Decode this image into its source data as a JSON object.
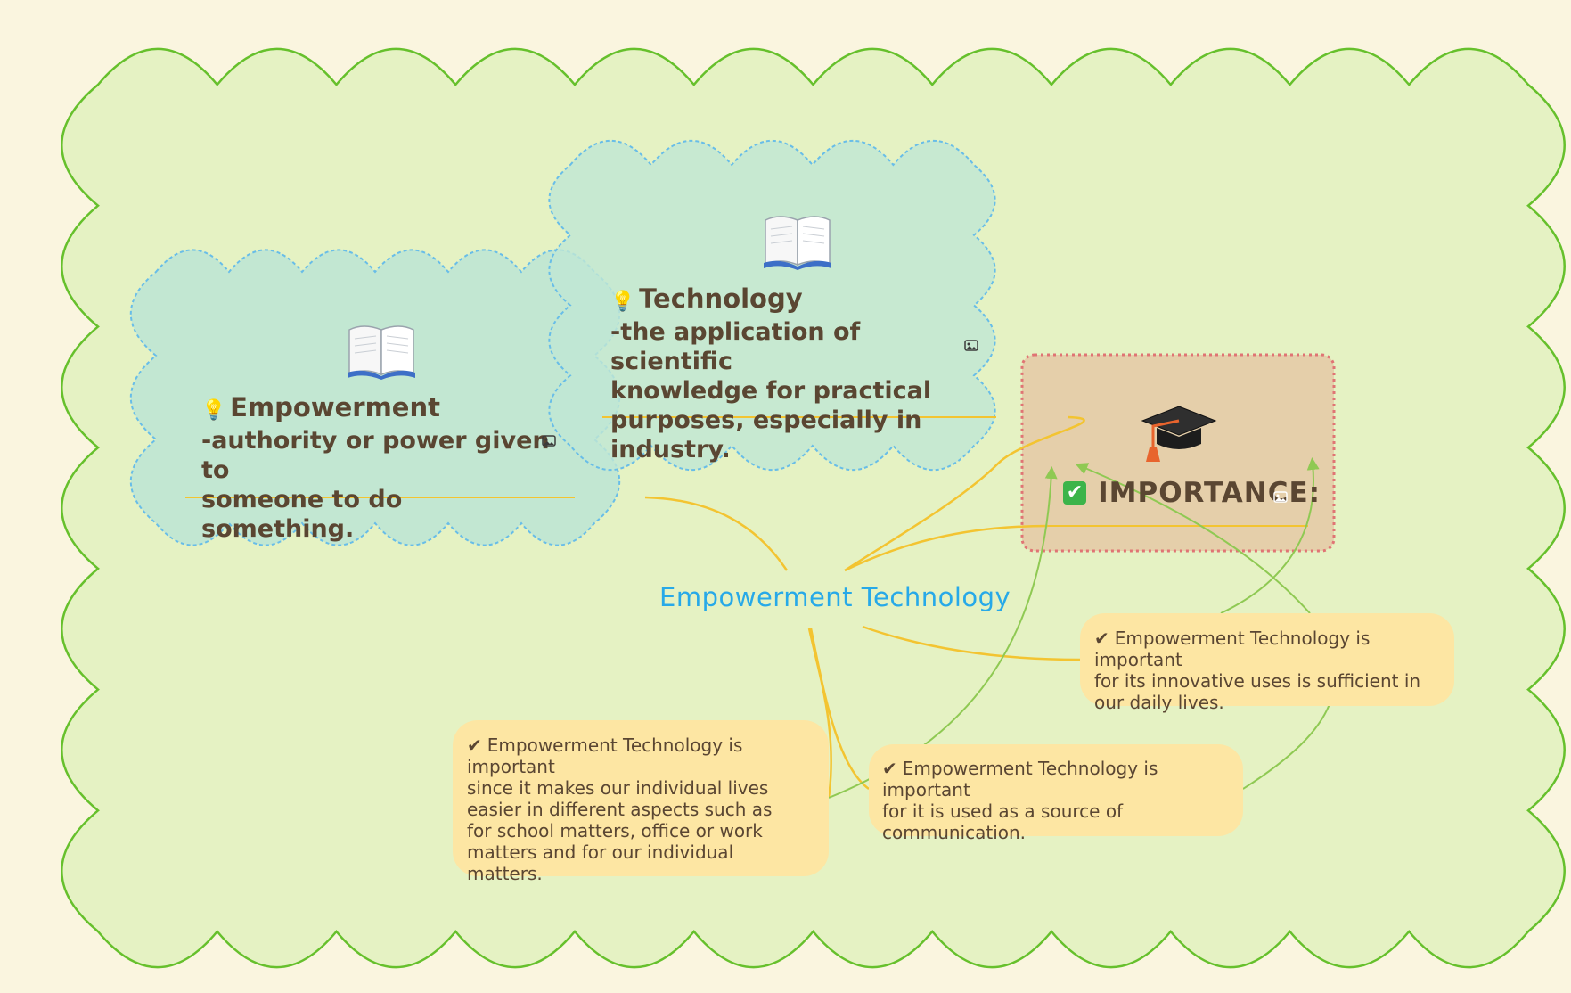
{
  "colors": {
    "background": "#faf5df",
    "boundary_fill": "#e5f2c3",
    "boundary_stroke": "#66c02c",
    "topic_cloud_fill": "#bfe6d4",
    "topic_cloud_stroke": "#68bde8",
    "importance_fill": "#e5cda8",
    "importance_stroke": "#e06a6e",
    "note_fill": "#fde6a3",
    "branch_line": "#f3c431",
    "relation_line": "#8fc953",
    "central_text": "#27a9e8",
    "text": "#5a4632"
  },
  "central_topic": {
    "label": "Empowerment Technology"
  },
  "topics": [
    {
      "icon": "open-book-icon",
      "marker": "lightbulb-icon",
      "title": "Empowerment",
      "lines": [
        "-authority or power given to",
        "someone to do something."
      ],
      "attachment": "image-icon"
    },
    {
      "icon": "open-book-icon",
      "marker": "lightbulb-icon",
      "title": "Technology",
      "lines": [
        "-the application of scientific",
        "knowledge for practical",
        "purposes, especially in industry."
      ],
      "attachment": "image-icon"
    }
  ],
  "importance": {
    "icon": "graduation-cap-icon",
    "marker": "check-mark-button-icon",
    "title": "IMPORTANCE:",
    "attachment": "image-icon"
  },
  "notes": [
    {
      "check": "✔",
      "lines": [
        "Empowerment Technology is important",
        "for its innovative uses is sufficient in",
        "our daily lives."
      ]
    },
    {
      "check": "✔",
      "lines": [
        "Empowerment Technology is important",
        "since it makes our individual lives",
        "easier in different aspects such as",
        "for school matters, office or work",
        "matters and for our individual",
        "matters."
      ]
    },
    {
      "check": "✔",
      "lines": [
        "Empowerment Technology is important",
        "for it is used as a source of",
        "communication."
      ]
    }
  ]
}
